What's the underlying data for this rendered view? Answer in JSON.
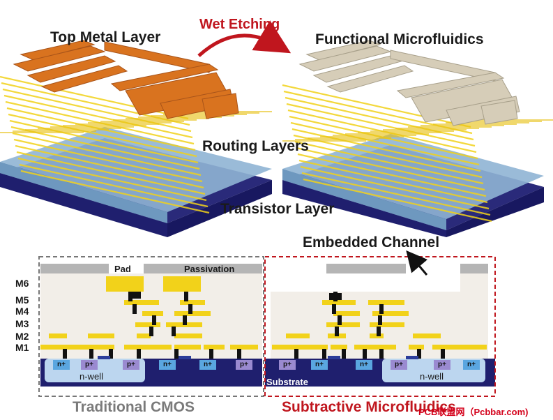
{
  "labels": {
    "top_metal": "Top Metal Layer",
    "wet_etching": "Wet Etching",
    "functional": "Functional Microfluidics",
    "routing": "Routing Layers",
    "transistor": "Transistor Layer",
    "embedded": "Embedded Channel",
    "pad": "Pad",
    "passivation": "Passivation",
    "m6": "M6",
    "m5": "M5",
    "m4": "M4",
    "m3": "M3",
    "m2": "M2",
    "m1": "M1",
    "nwell_left": "n-well",
    "nwell_right": "n-well",
    "substrate": "Substrate",
    "traditional": "Traditional CMOS",
    "subtractive": "Subtractive Microfluidics",
    "watermark": "PCB联盟网（Pcbbar.com)"
  },
  "doping": {
    "left": [
      "n+",
      "p+",
      "p+",
      "n+",
      "n+",
      "p+"
    ],
    "right": [
      "p+",
      "n+",
      "n+",
      "p+",
      "p+",
      "n+"
    ]
  },
  "colors": {
    "metal_orange": "#d9731f",
    "metal_etched": "#d6cdb8",
    "routing_yellow": "#f2d21a",
    "transistor_blue": "#8fb4d4",
    "substrate_navy": "#1f1f6e",
    "oxide": "#f2eee8",
    "passivation_gray": "#b5b5b5",
    "nplus": "#5aa6e0",
    "pplus": "#9a8ad0",
    "nwell": "#bcd6ef",
    "arrow_red": "#c0161e"
  }
}
